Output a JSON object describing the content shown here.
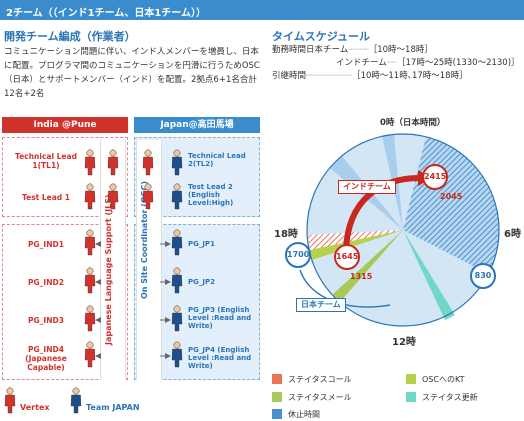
{
  "header": {
    "title": "2チーム（（インド1チーム、日本1チーム））"
  },
  "team": {
    "title": "開発チーム編成（作業者）",
    "description": "コミュニケーション問題に伴い、インド人メンバーを増員し、日本に配置。プログラマ間のコミュニケーションを円滑に行うためOSC（日本）とサポートメンバー（インド）を配置。2拠点6+1名合計12名+2名",
    "india_header": "India @Pune",
    "japan_header": "Japan@高田馬場",
    "india_members": [
      "Technical Lead 1(TL1)",
      "Test Lead 1",
      "PG_IND1",
      "PG_IND2",
      "PG_IND3",
      "PG_IND4 (Japanese Capable)"
    ],
    "japan_members": [
      "Technical Lead 2(TL2)",
      "Test Lead 2 (English Level:High)",
      "PG_JP1",
      "PG_JP2",
      "PG_JP3 (English Level :Read and Write)",
      "PG_JP4 (English Level :Read and Write)"
    ],
    "jls_label": "Japanese Language Support (JLS)",
    "osc_label": "On Site Coordinator (OSC)",
    "legend_vertex": "Vertex",
    "legend_japan": "Team JAPAN"
  },
  "schedule": {
    "title": "タイムスケジュール",
    "rows": [
      {
        "label": "勤務時間日本チーム",
        "value": "［10時〜18時］"
      },
      {
        "label": "インドチーム",
        "value": "［17時〜25時(1330〜2130)］"
      },
      {
        "label": "引継時間",
        "value": "［10時〜11時､17時〜18時］"
      }
    ],
    "clock": {
      "top": "0時（日本時間）",
      "right": "6時",
      "bottom": "12時",
      "left": "18時",
      "india_team": "インドチーム",
      "japan_team": "日本チーム",
      "times": {
        "t2415": "2415",
        "t2045": "2045",
        "t1645": "1645",
        "t1315": "1315",
        "t1700": "1700",
        "t830": "830"
      }
    },
    "legend": [
      {
        "label": "ステイタスコール",
        "color": "#e8775a"
      },
      {
        "label": "OSCへのKT",
        "color": "#b6d24c"
      },
      {
        "label": "ステイタスメール",
        "color": "#a8c85a"
      },
      {
        "label": "ステイタス更新",
        "color": "#6fd8c8"
      },
      {
        "label": "休止時間",
        "color": "#4a90d0"
      }
    ]
  },
  "colors": {
    "india": "#d2322c",
    "japan": "#2b74b8",
    "header": "#3a8ccc"
  }
}
